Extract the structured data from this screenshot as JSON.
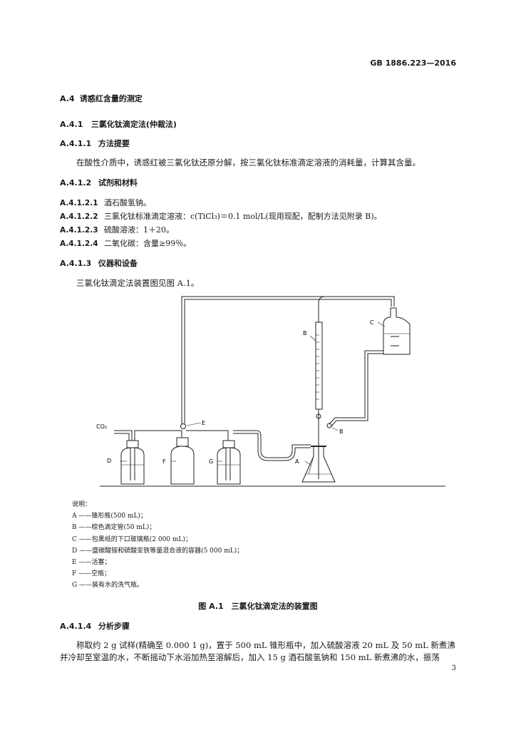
{
  "header": {
    "standard": "GB 1886.223—2016"
  },
  "section": {
    "a4": {
      "num": "A.4",
      "title": "诱惑红含量的测定"
    },
    "a41": {
      "num": "A.4.1",
      "title": "三氯化钛滴定法(仲裁法)"
    },
    "a411": {
      "num": "A.4.1.1",
      "title": "方法提要"
    },
    "principle": "在酸性介质中，诱惑红被三氯化钛还原分解，按三氯化钛标准滴定溶液的消耗量，计算其含量。",
    "a412": {
      "num": "A.4.1.2",
      "title": "试剂和材料"
    },
    "reagents": [
      {
        "num": "A.4.1.2.1",
        "text": "酒石酸氢钠。"
      },
      {
        "num": "A.4.1.2.2",
        "text": "三氯化钛标准滴定溶液：c(TiCl₃)＝0.1 mol/L(现用现配，配制方法见附录 B)。"
      },
      {
        "num": "A.4.1.2.3",
        "text": "硫酸溶液：1＋20。"
      },
      {
        "num": "A.4.1.2.4",
        "text": "二氧化碳：含量≥99％。"
      }
    ],
    "a413": {
      "num": "A.4.1.3",
      "title": "仪器和设备"
    },
    "apparatus_intro": "三氯化钛滴定法装置图见图 A.1。",
    "a414": {
      "num": "A.4.1.4",
      "title": "分析步骤"
    },
    "procedure_line1": "称取约 2 g 试样(精确至 0.000 1 g)，置于 500 mL 锥形瓶中，加入硫酸溶液 20 mL 及 50 mL 新煮沸",
    "procedure_line2": "并冷却至室温的水，不断摇动下水浴加热至溶解后，加入 15 g 酒石酸氢钠和 150 mL 新煮沸的水，振荡"
  },
  "figure": {
    "labels": {
      "co2": "CO₂",
      "a": "A",
      "b_top": "B",
      "b_bottom": "B",
      "c": "C",
      "d": "D",
      "e": "E",
      "f": "F",
      "g": "G"
    },
    "legend_title": "说明：",
    "legend": [
      "A ——锥形瓶(500 mL)；",
      "B ——棕色滴定管(50 mL)；",
      "C ——包黑纸的下口玻璃瓶(2 000 mL)；",
      "D ——盛碳酸铵和硫酸亚铁等量混合液的容器(5 000 mL)；",
      "E ——活塞；",
      "F ——空瓶；",
      "G ——装有水的洗气瓶。"
    ],
    "caption": "图 A.1　三氯化钛滴定法的装置图"
  },
  "page_number": "3"
}
